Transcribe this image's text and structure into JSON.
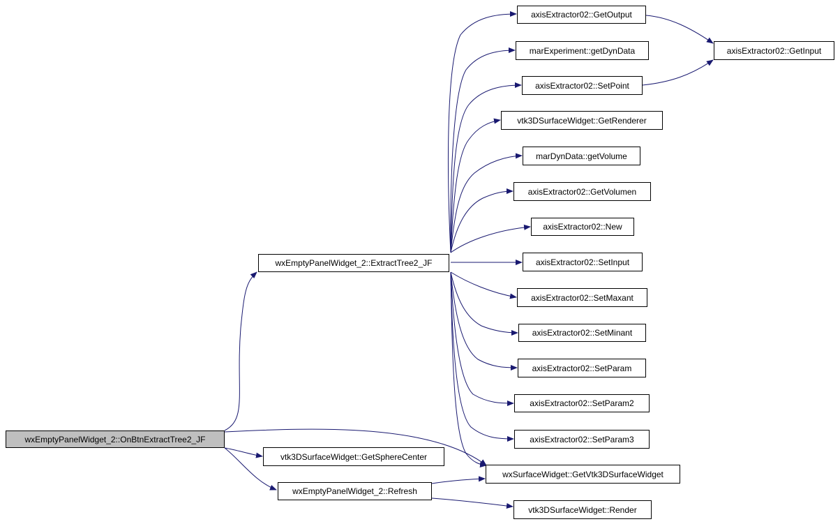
{
  "diagram": {
    "colors": {
      "edge": "#191970",
      "root_fill": "#bfbfbf",
      "node_fill": "#ffffff",
      "border": "#000000"
    },
    "nodes": {
      "onbtn": "wxEmptyPanelWidget_2::OnBtnExtractTree2_JF",
      "extracttree": "wxEmptyPanelWidget_2::ExtractTree2_JF",
      "getspherecenter": "vtk3DSurfaceWidget::GetSphereCenter",
      "refresh": "wxEmptyPanelWidget_2::Refresh",
      "getoutput": "axisExtractor02::GetOutput",
      "getdyndata": "marExperiment::getDynData",
      "setpoint": "axisExtractor02::SetPoint",
      "getrenderer": "vtk3DSurfaceWidget::GetRenderer",
      "getvolume": "marDynData::getVolume",
      "getvolumen": "axisExtractor02::GetVolumen",
      "new": "axisExtractor02::New",
      "setinput": "axisExtractor02::SetInput",
      "setmaxant": "axisExtractor02::SetMaxant",
      "setminant": "axisExtractor02::SetMinant",
      "setparam": "axisExtractor02::SetParam",
      "setparam2": "axisExtractor02::SetParam2",
      "setparam3": "axisExtractor02::SetParam3",
      "getvtk3dsurfacewidget": "wxSurfaceWidget::GetVtk3DSurfaceWidget",
      "render": "vtk3DSurfaceWidget::Render",
      "getinput": "axisExtractor02::GetInput"
    }
  }
}
